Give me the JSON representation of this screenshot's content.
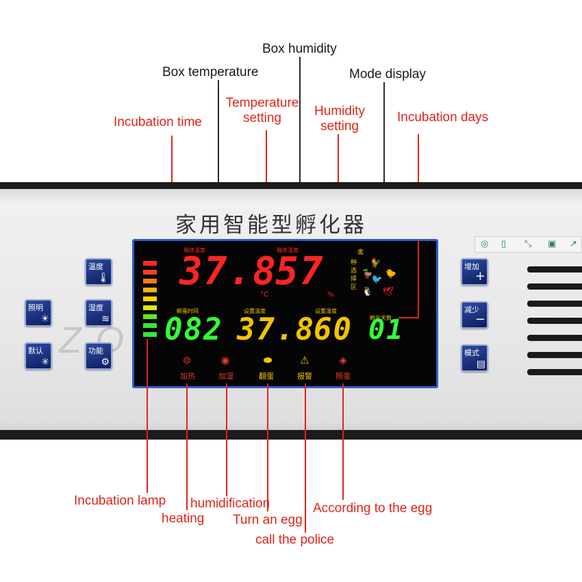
{
  "labels": {
    "box_humidity": "Box humidity",
    "box_temperature": "Box temperature",
    "mode_display": "Mode display",
    "temperature_setting_1": "Temperature",
    "temperature_setting_2": "setting",
    "humidity_setting_1": "Humidity",
    "humidity_setting_2": "setting",
    "incubation_time": "Incubation time",
    "incubation_days": "Incubation days",
    "incubation_lamp": "Incubation lamp",
    "humidification": "humidification",
    "heating": "heating",
    "turn_an_egg": "Turn an egg",
    "according_to_egg": "According to the egg",
    "call_police": "call the police"
  },
  "panel": {
    "title": "家用智能型孵化器",
    "watermark": "ZOMZYM",
    "buttons_left": [
      {
        "label": "照明",
        "icon": "sun-icon"
      },
      {
        "label": "默认",
        "icon": "asterisk-icon"
      },
      {
        "label": "温度",
        "icon": "thermometer-icon"
      },
      {
        "label": "湿度",
        "icon": "humidity-icon"
      },
      {
        "label": "功能",
        "icon": "gear-icon"
      }
    ],
    "buttons_right": [
      {
        "label": "增加",
        "symbol": "+"
      },
      {
        "label": "减少",
        "symbol": "−"
      },
      {
        "label": "模式",
        "symbol": "▤"
      }
    ]
  },
  "lcd": {
    "box_temp_label": "箱体温度",
    "box_humidity_label": "箱体湿度",
    "box_temp_value": "37.8",
    "temp_unit": "°C",
    "box_humidity_value": "57",
    "humidity_unit": "%",
    "incubation_time_label": "孵蛋时间",
    "set_temp_label": "设置温度",
    "set_humidity_label": "设置湿度",
    "incubation_days_label": "孵化天数",
    "incubation_time_value": "082",
    "set_temp_value": "37.8",
    "set_humidity_value": "60",
    "incubation_days_value": "01",
    "mode_chars": [
      "禽",
      "种",
      "选",
      "择",
      "区"
    ],
    "status": [
      {
        "label": "加热",
        "icon": "heating-icon",
        "color": "#e53a2a"
      },
      {
        "label": "加湿",
        "icon": "droplet-icon",
        "color": "#e53a2a"
      },
      {
        "label": "翻蛋",
        "icon": "egg-turn-icon",
        "color": "#f2c400"
      },
      {
        "label": "报警",
        "icon": "warning-icon",
        "color": "#f2c400"
      },
      {
        "label": "照蛋",
        "icon": "lamp-icon",
        "color": "#e53a2a"
      }
    ]
  },
  "colors": {
    "red_label": "#e02418",
    "lcd_red": "#ff2424",
    "lcd_green": "#32ff3a",
    "lcd_yellow": "#f2c400",
    "button_blue": "#1b347e",
    "lcd_border": "#2d5fc8"
  },
  "toolbar_icons": [
    "search-circle-icon",
    "phone-icon",
    "fullscreen-icon",
    "save-icon",
    "share-icon"
  ]
}
